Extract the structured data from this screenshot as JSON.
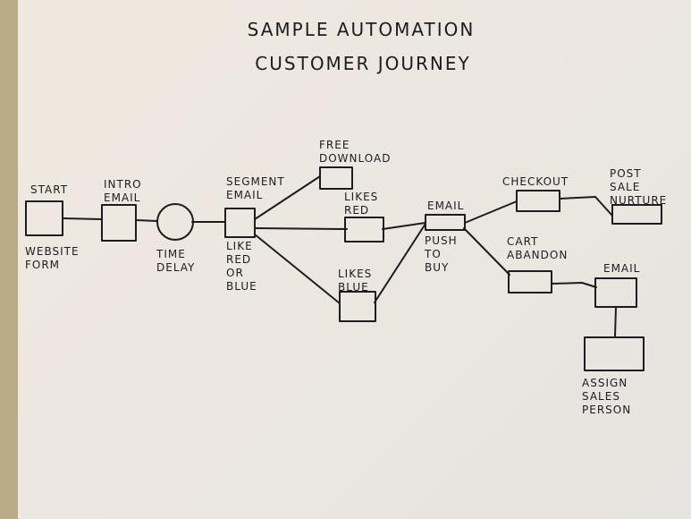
{
  "title": {
    "line1": "Sample Automation",
    "line2": "Customer Journey"
  },
  "nodes": {
    "start": {
      "label": "Start",
      "sublabel": "Website\nForm",
      "shape": "square"
    },
    "intro_email": {
      "label": "Intro\nEmail",
      "shape": "square"
    },
    "time_delay": {
      "label": "Time\nDelay",
      "shape": "circle"
    },
    "segment_email": {
      "label": "Segment\nEmail",
      "sublabel": "Like\nRed\nor\nBlue",
      "shape": "square"
    },
    "free_download": {
      "label": "Free\nDownload",
      "shape": "rectangle"
    },
    "likes_red": {
      "label": "Likes\nRed",
      "shape": "rectangle"
    },
    "likes_blue": {
      "label": "Likes\nBlue",
      "shape": "square"
    },
    "email_push": {
      "label": "Email",
      "sublabel": "Push\nto\nBuy",
      "shape": "rectangle"
    },
    "checkout": {
      "label": "Checkout",
      "shape": "rectangle"
    },
    "post_sale_nurture": {
      "label": "Post\nSale\nNurture",
      "shape": "rectangle"
    },
    "cart_abandon": {
      "label": "Cart\nAbandon",
      "shape": "rectangle"
    },
    "email_followup": {
      "label": "Email",
      "shape": "square"
    },
    "assign_sales_person": {
      "label": "Assign\nSales\nPerson",
      "shape": "rectangle"
    }
  },
  "edges": [
    [
      "start",
      "intro_email"
    ],
    [
      "intro_email",
      "time_delay"
    ],
    [
      "time_delay",
      "segment_email"
    ],
    [
      "segment_email",
      "free_download"
    ],
    [
      "segment_email",
      "likes_red"
    ],
    [
      "segment_email",
      "likes_blue"
    ],
    [
      "likes_red",
      "email_push"
    ],
    [
      "likes_blue",
      "email_push"
    ],
    [
      "email_push",
      "checkout"
    ],
    [
      "email_push",
      "cart_abandon"
    ],
    [
      "checkout",
      "post_sale_nurture"
    ],
    [
      "cart_abandon",
      "email_followup"
    ],
    [
      "email_followup",
      "assign_sales_person"
    ]
  ],
  "colors": {
    "ink": "#1c1c22",
    "paper": "#ece7e0",
    "background": "#b9ab85"
  }
}
